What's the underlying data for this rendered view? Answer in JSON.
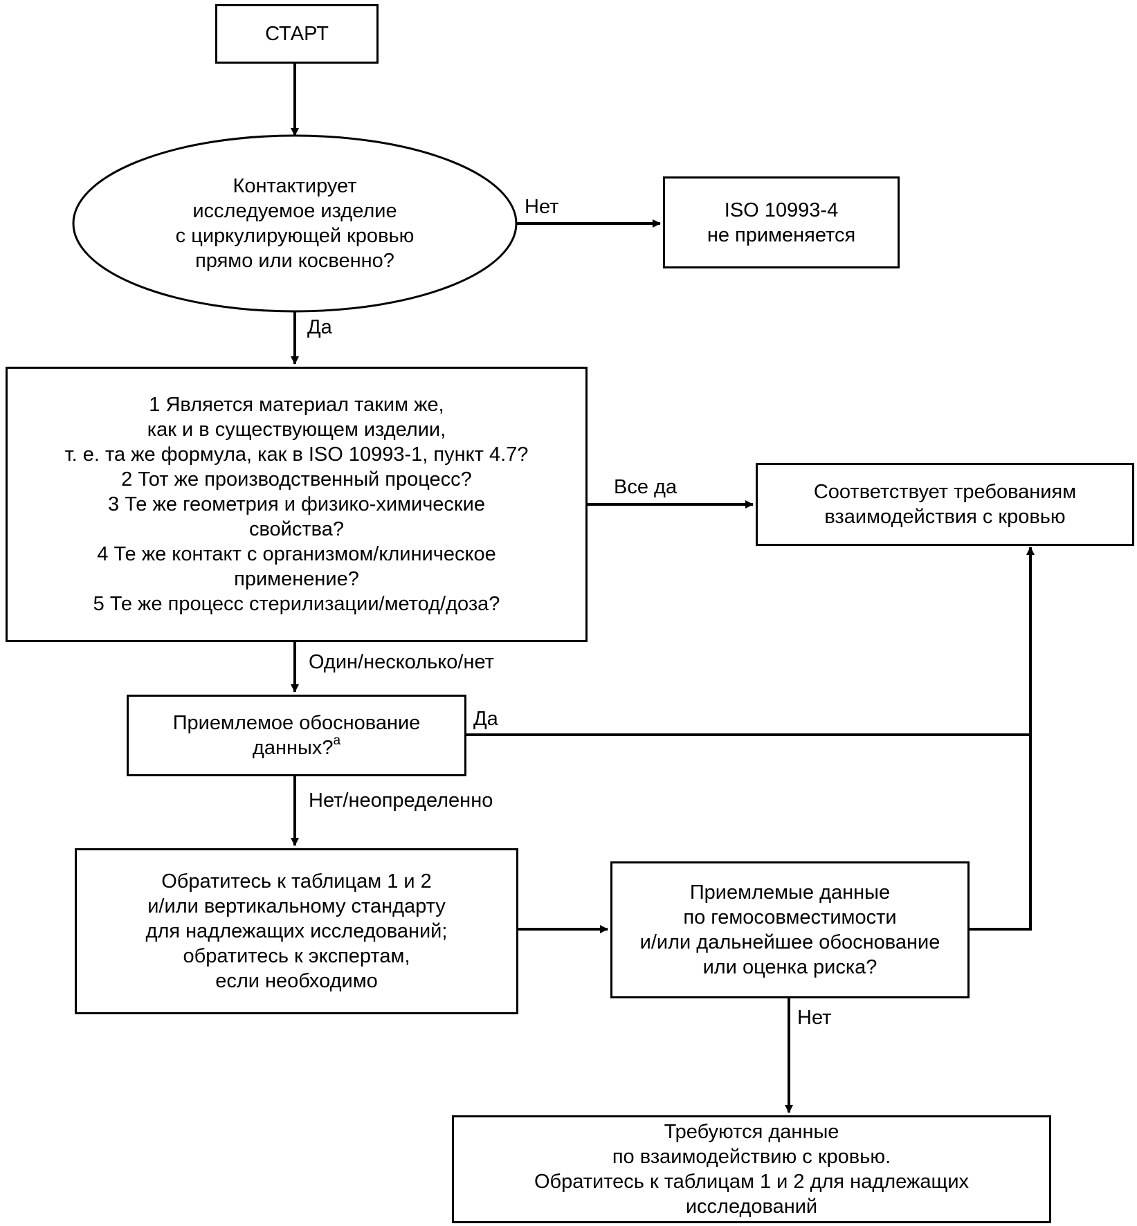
{
  "diagram": {
    "nodes": {
      "start": "СТАРТ",
      "q_contact": "Контактирует\nисследуемое изделие\nс циркулирующей кровью\nпрямо или косвенно?",
      "not_applicable": "ISO 10993-4\nне применяется",
      "q_same": "1 Является материал таким же,\nкак и в существующем изделии,\nт. е. та же формула, как в ISO 10993-1, пункт 4.7?\n2 Тот же производственный процесс?\n3 Те же геометрия и физико-химические\nсвойства?\n4 Те же контакт с организмом/клиническое\nприменение?\n5 Те же процесс стерилизации/метод/доза?",
      "complies": "Соответствует требованиям\nвзаимодействия с кровью",
      "q_justification": "Приемлемое обоснование\nданных?",
      "q_justification_sup": "a",
      "refer_tables": "Обратитесь к таблицам 1 и 2\nи/или вертикальному стандарту\nдля надлежащих исследований;\nобратитесь к экспертам,\nесли необходимо",
      "q_hemo": "Приемлемые данные\nпо гемосовместимости\nи/или дальнейшее обоснование\nили оценка риска?",
      "required": "Требуются данные\nпо взаимодействию с кровью.\nОбратитесь к таблицам 1 и 2 для надлежащих\nисследований"
    },
    "edge_labels": {
      "contact_no": "Нет",
      "contact_yes": "Да",
      "same_all_yes": "Все да",
      "same_some_no": "Один/несколько/нет",
      "justification_yes": "Да",
      "justification_no": "Нет/неопределенно",
      "hemo_no": "Нет"
    }
  }
}
